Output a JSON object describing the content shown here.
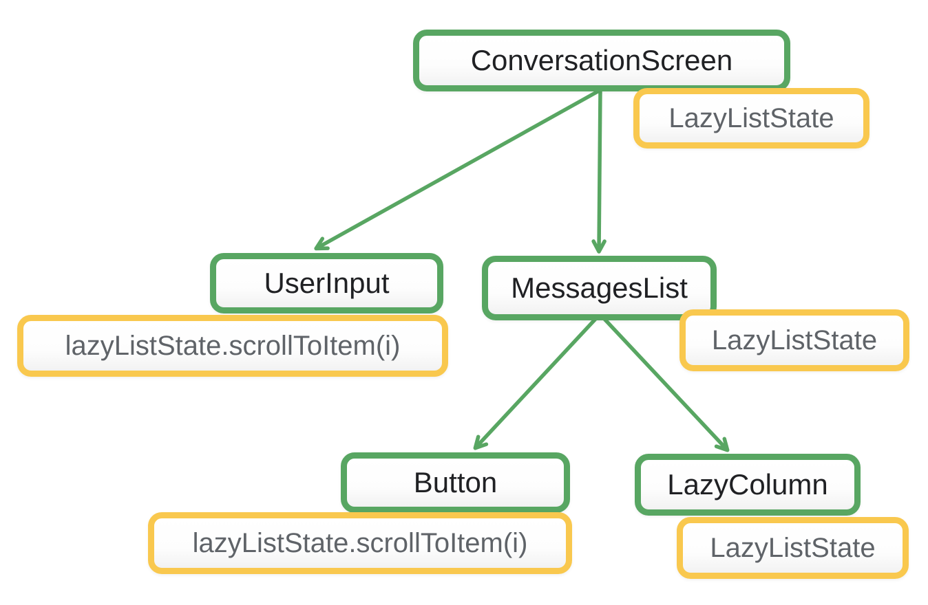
{
  "diagram": {
    "type": "tree",
    "description_colors": {
      "node_border": "#58a662",
      "badge_border": "#f9c84e",
      "node_text": "#202124",
      "badge_text": "#5f6368",
      "arrow": "#58a662",
      "background": "#ffffff"
    },
    "nodes": {
      "conversation_screen": {
        "label": "ConversationScreen"
      },
      "user_input": {
        "label": "UserInput"
      },
      "messages_list": {
        "label": "MessagesList"
      },
      "button": {
        "label": "Button"
      },
      "lazy_column": {
        "label": "LazyColumn"
      }
    },
    "badges": {
      "conversation_screen_state": {
        "label": "LazyListState"
      },
      "user_input_call": {
        "label": "lazyListState.scrollToItem(i)"
      },
      "messages_list_state": {
        "label": "LazyListState"
      },
      "button_call": {
        "label": "lazyListState.scrollToItem(i)"
      },
      "lazy_column_state": {
        "label": "LazyListState"
      }
    },
    "edges": [
      {
        "from": "ConversationScreen",
        "to": "UserInput"
      },
      {
        "from": "ConversationScreen",
        "to": "MessagesList"
      },
      {
        "from": "MessagesList",
        "to": "Button"
      },
      {
        "from": "MessagesList",
        "to": "LazyColumn"
      }
    ]
  }
}
